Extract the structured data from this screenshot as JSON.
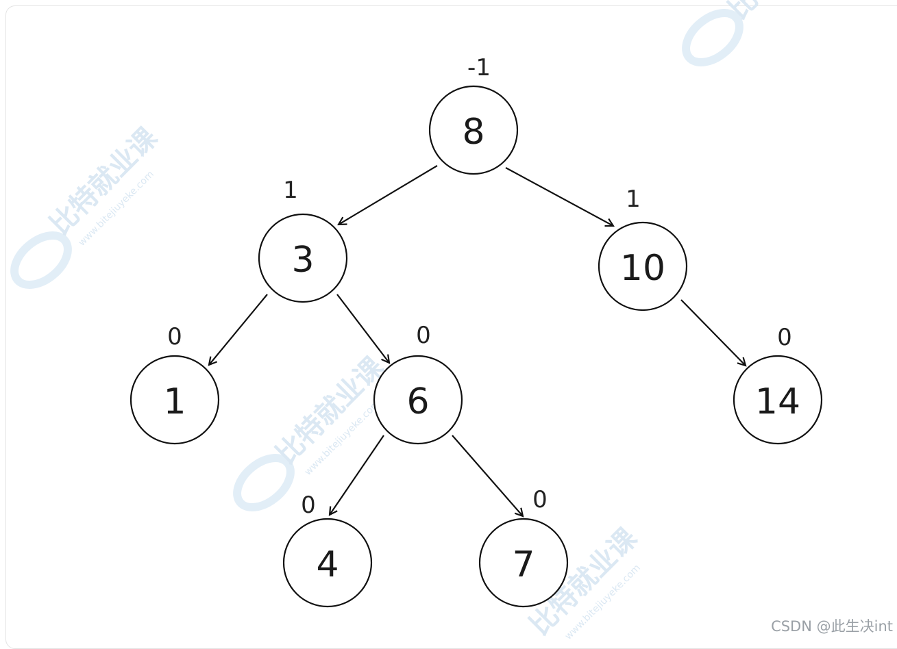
{
  "tree": {
    "nodes": [
      {
        "id": "n8",
        "value": "8",
        "balance": "-1"
      },
      {
        "id": "n3",
        "value": "3",
        "balance": "1"
      },
      {
        "id": "n10",
        "value": "10",
        "balance": "1"
      },
      {
        "id": "n1",
        "value": "1",
        "balance": "0"
      },
      {
        "id": "n6",
        "value": "6",
        "balance": "0"
      },
      {
        "id": "n14",
        "value": "14",
        "balance": "0"
      },
      {
        "id": "n4",
        "value": "4",
        "balance": "0"
      },
      {
        "id": "n7",
        "value": "7",
        "balance": "0"
      }
    ],
    "edges": [
      {
        "from": "n8",
        "to": "n3"
      },
      {
        "from": "n8",
        "to": "n10"
      },
      {
        "from": "n3",
        "to": "n1"
      },
      {
        "from": "n3",
        "to": "n6"
      },
      {
        "from": "n10",
        "to": "n14"
      },
      {
        "from": "n6",
        "to": "n4"
      },
      {
        "from": "n6",
        "to": "n7"
      }
    ]
  },
  "watermark": {
    "text": "比特就业课",
    "url": "www.bitejiuyeke.com"
  },
  "credit": "CSDN @此生决int"
}
